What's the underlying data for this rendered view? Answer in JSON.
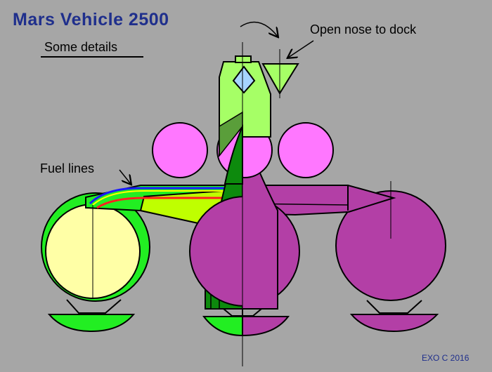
{
  "title": "Mars  Vehicle  2500",
  "subtitle": "Some  details",
  "labels": {
    "open_nose": "Open nose to dock",
    "fuel_lines": "Fuel  lines"
  },
  "credit": "EXO  C    2016",
  "colors": {
    "background": "#a6a6a6",
    "title": "#1f2f8c",
    "pale_yellow_tank": "#ffffa6",
    "bright_green": "#22ee22",
    "dark_green": "#0d8a0d",
    "lime": "#bfff00",
    "light_green": "#a6ff66",
    "olive_green": "#5a9e3a",
    "magenta_sphere": "#ff77ff",
    "purple": "#b33fa6",
    "window_blue": "#a6d4ff",
    "fuel_line_blue": "#1a1aff",
    "fuel_line_red": "#ff2020"
  }
}
